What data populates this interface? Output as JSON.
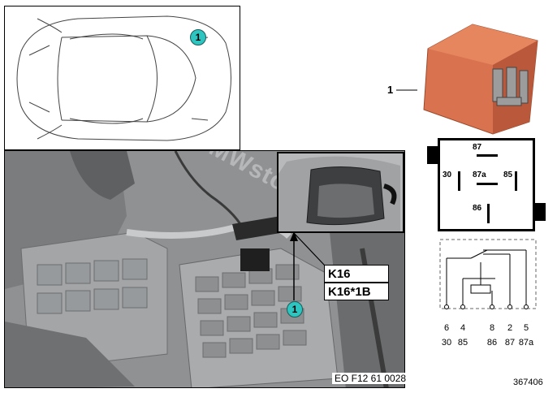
{
  "callout_label": "1",
  "part_number_label": "1",
  "relay_labels": [
    "K16",
    "K16*1B"
  ],
  "document_code": "EO F12 61 0028",
  "reference_number": "367406",
  "watermark": "www.BMWstore.pl",
  "pin_face": {
    "p87": "87",
    "p30": "30",
    "p87a": "87a",
    "p85": "85",
    "p86": "86"
  },
  "schematic": {
    "terminals": [
      "6",
      "4",
      "8",
      "2",
      "5"
    ],
    "functions": [
      "30",
      "85",
      "86",
      "87",
      "87a"
    ]
  },
  "colors": {
    "relay_body": "#d9734f",
    "callout": "#2ec4c0",
    "photo_bg": "#8e9092"
  }
}
